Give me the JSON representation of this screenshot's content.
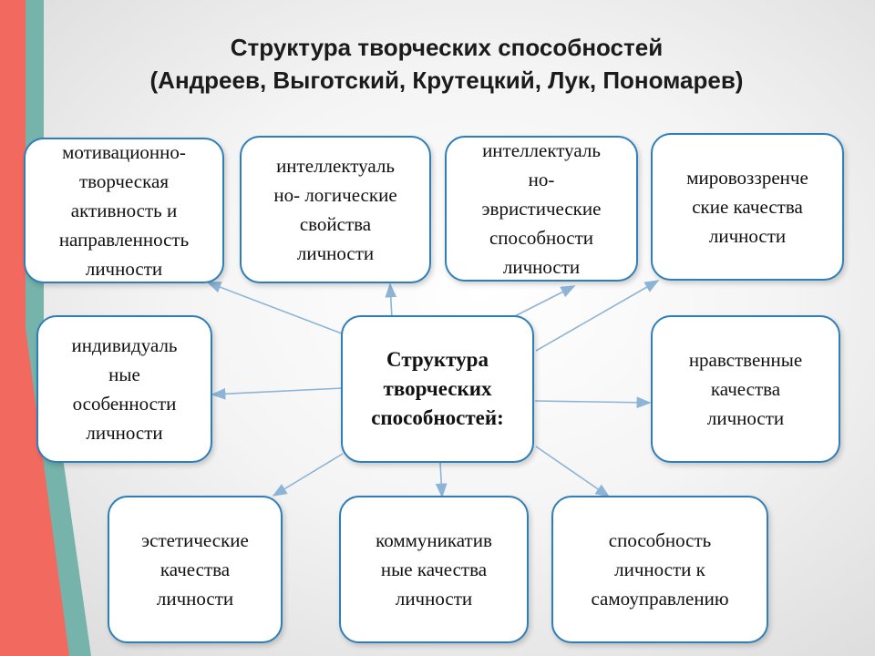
{
  "title": {
    "line1": "Структура творческих способностей",
    "line2": "(Андреев, Выготский, Крутецкий, Лук, Пономарев)"
  },
  "center": {
    "text": "Структура\nтворческих\nспособностей:"
  },
  "nodes": {
    "motivational": "мотивационно-\nтворческая\nактивность и\nнаправленность\nличности",
    "intellectual_logical": "интеллектуаль\nно- логические\nсвойства\nличности",
    "intellectual_heuristic": "интеллектуаль\nно-\nэвристические\nспособности\nличности",
    "worldview": "мировоззренче\nские качества\nличности",
    "individual": "индивидуаль\nные\nособенности\nличности",
    "moral": "нравственные\nкачества\nличности",
    "aesthetic": "эстетические\nкачества\nличности",
    "communicative": "коммуникатив\nные качества\nличности",
    "self_management": "способность\nличности к\nсамоуправлению"
  },
  "colors": {
    "box_border": "#2e7fb8",
    "arrow": "#8db4d6",
    "stripe_red": "#f26a5f",
    "stripe_teal": "#76b3aa"
  }
}
